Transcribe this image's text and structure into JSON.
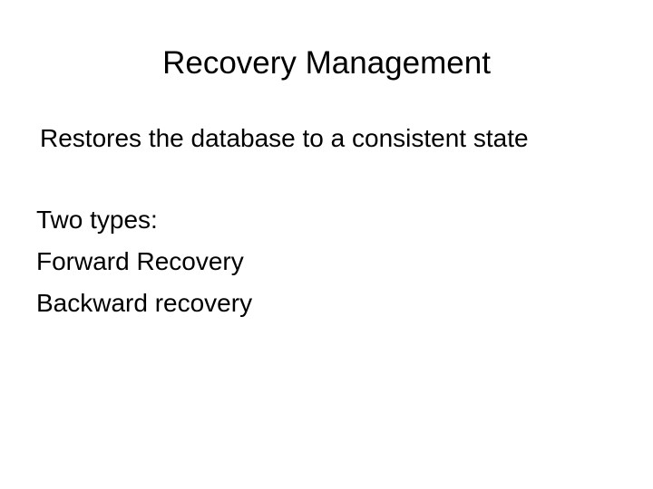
{
  "slide": {
    "title": "Recovery Management",
    "background_color": "#ffffff",
    "text_color": "#000000",
    "body": {
      "lines": [
        {
          "text": "Restores the database to a consistent state",
          "style": "indented"
        },
        {
          "text": "",
          "style": "spacer"
        },
        {
          "text": "Two types:",
          "style": "normal"
        },
        {
          "text": "Forward Recovery",
          "style": "normal"
        },
        {
          "text": "Backward recovery",
          "style": "normal"
        }
      ]
    }
  }
}
